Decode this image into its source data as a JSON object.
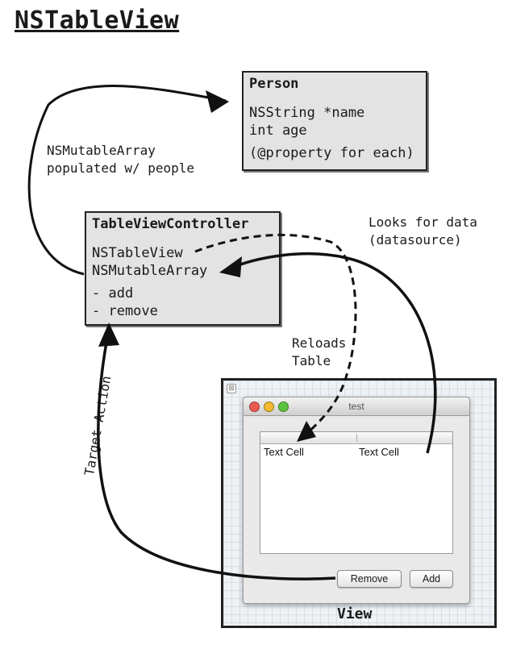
{
  "title": "NSTableView",
  "person_box": {
    "header": "Person",
    "lines": [
      "NSString *name",
      "int age",
      "(@property for each)"
    ]
  },
  "controller_box": {
    "header": "TableViewController",
    "lines": [
      "NSTableView",
      "NSMutableArray",
      "- add",
      "- remove"
    ]
  },
  "annotations": {
    "array_note_1": "NSMutableArray",
    "array_note_2": "populated w/ people",
    "datasource_1": "Looks for data",
    "datasource_2": "(datasource)",
    "reloads_1": "Reloads",
    "reloads_2": "Table",
    "target_action": "Target-Action",
    "view_label": "View"
  },
  "window": {
    "title": "test",
    "cells": [
      "Text Cell",
      "Text Cell"
    ],
    "buttons": {
      "remove": "Remove",
      "add": "Add"
    },
    "close_glyph": "⊠"
  },
  "colors": {
    "box_fill": "#e3e3e3",
    "traffic_red": "#ec5b52",
    "traffic_yellow": "#f2bb2f",
    "traffic_green": "#5cc33f"
  }
}
